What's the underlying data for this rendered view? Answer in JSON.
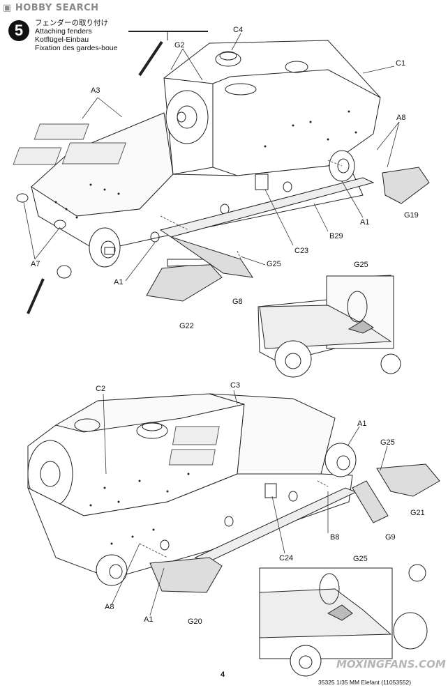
{
  "watermark_top": "HOBBY SEARCH",
  "watermark_bottom": "MOXINGFANS.COM",
  "step": {
    "number": "5",
    "title_jp": "フェンダーの取り付け",
    "title_en": "Attaching fenders",
    "title_de": "Kotflügel-Einbau",
    "title_fr": "Fixation des gardes-boue"
  },
  "upper_labels": {
    "c4": "C4",
    "c1": "C1",
    "g2": "G2",
    "a3": "A3",
    "a8": "A8",
    "g19": "G19",
    "a1_right": "A1",
    "b29": "B29",
    "c23": "C23",
    "g25": "G25",
    "a7": "A7",
    "a1_left": "A1",
    "g8": "G8",
    "g22": "G22",
    "g25_detail": "G25"
  },
  "lower_labels": {
    "c2": "C2",
    "c3": "C3",
    "a1_top": "A1",
    "g25": "G25",
    "g21": "G21",
    "b8": "B8",
    "g9": "G9",
    "c24": "C24",
    "a8": "A8",
    "a1_bottom": "A1",
    "g20": "G20",
    "g25_detail": "G25"
  },
  "footer": {
    "page_number": "4",
    "kit_ref": "35325  1/35 MM Elefant (11053552)"
  }
}
